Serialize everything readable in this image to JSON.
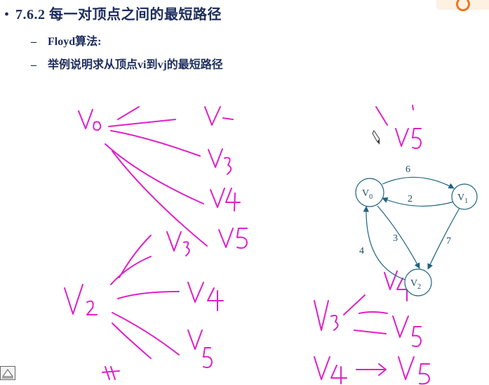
{
  "slide": {
    "bullet": "•",
    "title": "7.6.2 每一对顶点之间的最短路径",
    "items": [
      {
        "dash": "–",
        "text": "Floyd算法:"
      },
      {
        "dash": "–",
        "text": "举例说明求从顶点vi到vj的最短路径"
      }
    ]
  },
  "graph": {
    "nodes": [
      {
        "id": "v0",
        "base": "V",
        "sub": "0"
      },
      {
        "id": "v1",
        "base": "V",
        "sub": "1"
      },
      {
        "id": "v2",
        "base": "V",
        "sub": "2"
      }
    ],
    "edges": [
      {
        "from": "v0",
        "to": "v1",
        "weight": "6"
      },
      {
        "from": "v1",
        "to": "v0",
        "weight": "2"
      },
      {
        "from": "v0",
        "to": "v2",
        "weight": "3"
      },
      {
        "from": "v2",
        "to": "v0",
        "weight": "4"
      },
      {
        "from": "v1",
        "to": "v2",
        "weight": "7"
      }
    ]
  },
  "colors": {
    "title": "#1c2c5c",
    "graph": "#1f6480",
    "handwriting": "#e020c8",
    "logo": "#e87722"
  },
  "icons": [
    "pen-cursor-icon",
    "slide-nav-icon",
    "logo-icon"
  ]
}
